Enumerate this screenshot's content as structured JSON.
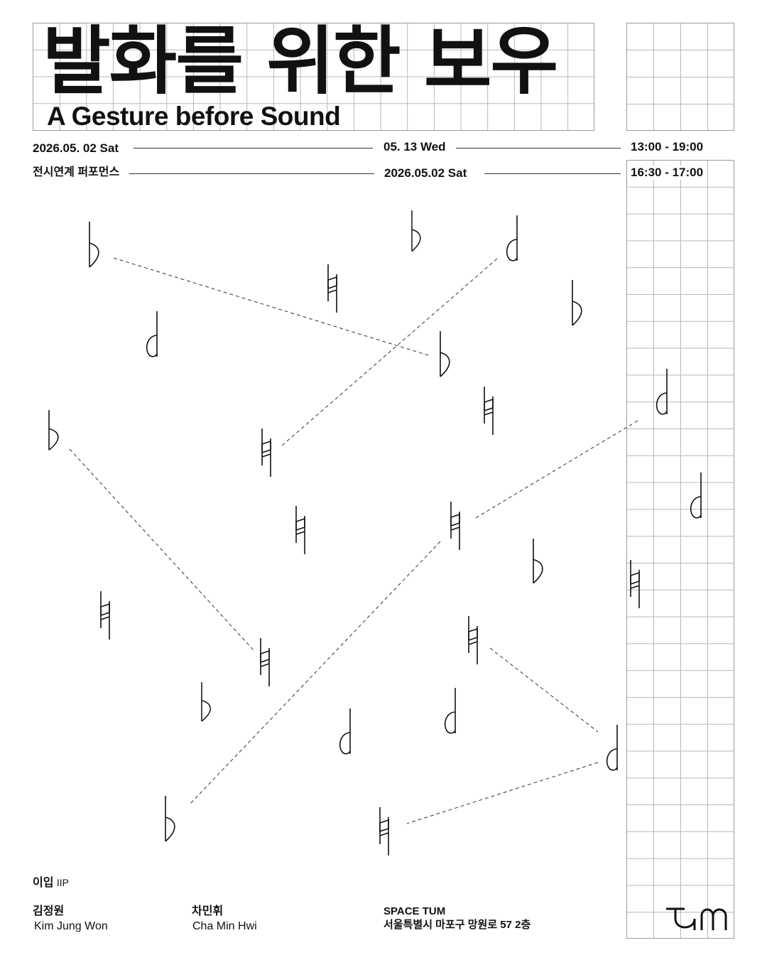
{
  "poster": {
    "title_ko": "발화를 위한 보우",
    "title_en": "A Gesture before Sound"
  },
  "schedule": {
    "exhibition_start": "2026.05. 02 Sat",
    "exhibition_end": "05. 13 Wed",
    "exhibition_hours": "13:00 - 19:00",
    "performance_label": "전시연계 퍼포먼스",
    "performance_date": "2026.05.02 Sat",
    "performance_hours": "16:30 - 17:00"
  },
  "credits": {
    "organizer_ko": "이입",
    "organizer_en": "IIP",
    "artists": [
      {
        "name_ko": "김정원",
        "name_en": "Kim Jung Won"
      },
      {
        "name_ko": "차민휘",
        "name_en": "Cha Min Hwi"
      }
    ]
  },
  "venue": {
    "name": "SPACE TUM",
    "address": "서울특별시 마포구 망원로 57 2층"
  },
  "icons": {
    "logo": "tum-logo-icon",
    "symbols": [
      "flat-symbol-icon",
      "natural-symbol-icon",
      "half-note-icon"
    ]
  },
  "colors": {
    "ink": "#111111",
    "grid": "#b8b8b8",
    "background": "#ffffff"
  }
}
